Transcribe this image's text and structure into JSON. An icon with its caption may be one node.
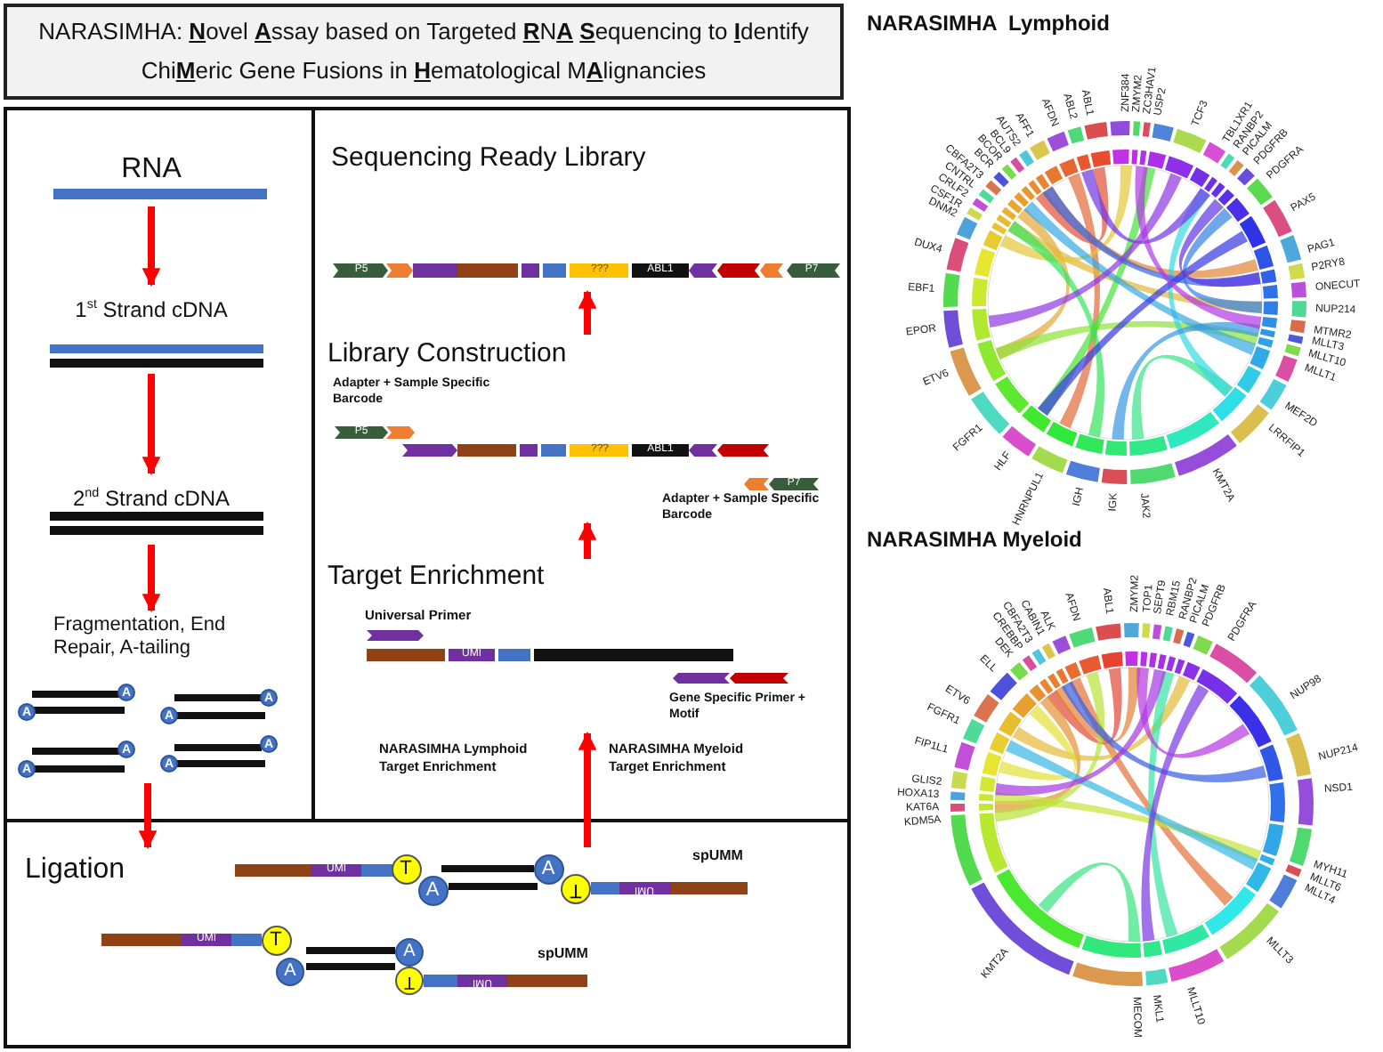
{
  "diagram": {
    "title": "NARASIMHA: **N**ovel **A**ssay based on Targeted **R**N**A** **S**equencing to **I**dentify Chi**M**eric Gene Fusions in **H**ematological M**A**lignancies",
    "nodes": [
      {
        "text": [
          "RNA"
        ]
      },
      {
        "text": [
          "1$^{st}$ Strand cDNA"
        ]
      },
      {
        "text": [
          "2$^{nd}$ Strand cDNA"
        ]
      },
      {
        "text": [
          "Fragmentation, End Repair, A-tailing",
          "A",
          "A",
          "A",
          "A",
          "A",
          "A",
          "A",
          "A"
        ]
      },
      {
        "text": [
          "Ligation",
          "UMI",
          "T",
          "A",
          "spUMM",
          "A",
          "T",
          "UMI",
          "UMI",
          "T",
          "A",
          "spUMM",
          "A",
          "T",
          "UMI"
        ]
      },
      {
        "text": [
          "Target Enrichment",
          "Universal Primer",
          "UMI",
          "Gene Specific Primer + Motif"
        ]
      },
      {
        "text": [
          "Library Construction",
          "Adapter + Sample Specific Barcode",
          "P5",
          "???",
          "ABL1",
          "P7",
          "Adapter + Sample Specific Barcode"
        ]
      },
      {
        "text": [
          "Sequencing Ready Library",
          "P5",
          "???",
          "ABL1",
          "P7"
        ]
      },
      {
        "text": [
          "NARASIMHA  Lymphoid",
          "ABL1",
          "ABL2",
          "AFDN",
          "AFF1",
          "AUTS2",
          "BCL9",
          "BCOR",
          "BCR",
          "CBFA2T3",
          "CNTRL",
          "CRLF2",
          "CSF1R",
          "DNM2",
          "DUX4",
          "EBF1",
          "EPOR",
          "ETV6",
          "FGFR1",
          "HLF",
          "HNRNPUL1",
          "IGH",
          "IGK",
          "JAK2",
          "KMT2A",
          "LRRFIP1",
          "MEF2D",
          "MLLT1",
          "MLLT10",
          "MLLT3",
          "MTMR2",
          "NUP214",
          "ONECUT",
          "P2RY8",
          "PAG1",
          "PAX5",
          "PDGFRA",
          "PDGFRB",
          "PICALM",
          "RANBP2",
          "TBL1XR1",
          "TCF3",
          "USP2",
          "ZC3HAV1",
          "ZMYM2",
          "ZNF384"
        ]
      },
      {
        "text": [
          "NARASIMHA Myeloid",
          "ABL1",
          "AFDN",
          "ALK",
          "CABIN1",
          "CBFA2T3",
          "CREBBP",
          "DEK",
          "ELL",
          "ETV6",
          "FGFR1",
          "FIP1L1",
          "GLIS2",
          "HOXA13",
          "KAT6A",
          "KDM5A",
          "KMT2A",
          "MECOM",
          "MKL1",
          "MLLT10",
          "MLLT3",
          "MLLT4",
          "MLLT6",
          "MYH11",
          "NSD1",
          "NUP214",
          "NUP98",
          "PDGFRA",
          "PDGFRB",
          "PICALM",
          "RANBP2",
          "RBM15",
          "SEPT9",
          "TOP1",
          "ZMYM2"
        ]
      }
    ],
    "edges": [
      {
        "from": 0,
        "to": 1,
        "arrow": "to"
      },
      {
        "from": 1,
        "to": 2,
        "arrow": "to"
      },
      {
        "from": 2,
        "to": 3,
        "arrow": "to"
      },
      {
        "from": 3,
        "to": 4,
        "arrow": "to"
      },
      {
        "from": 4,
        "to": 5,
        "arrow": "to"
      },
      {
        "from": 5,
        "to": 6,
        "arrow": "to"
      },
      {
        "from": 6,
        "to": 7,
        "arrow": "to"
      }
    ],
    "labels": [
      "NARASIMHA Lymphoid Target Enrichment",
      "NARASIMHA Myeloid Target Enrichment"
    ]
  }
}
